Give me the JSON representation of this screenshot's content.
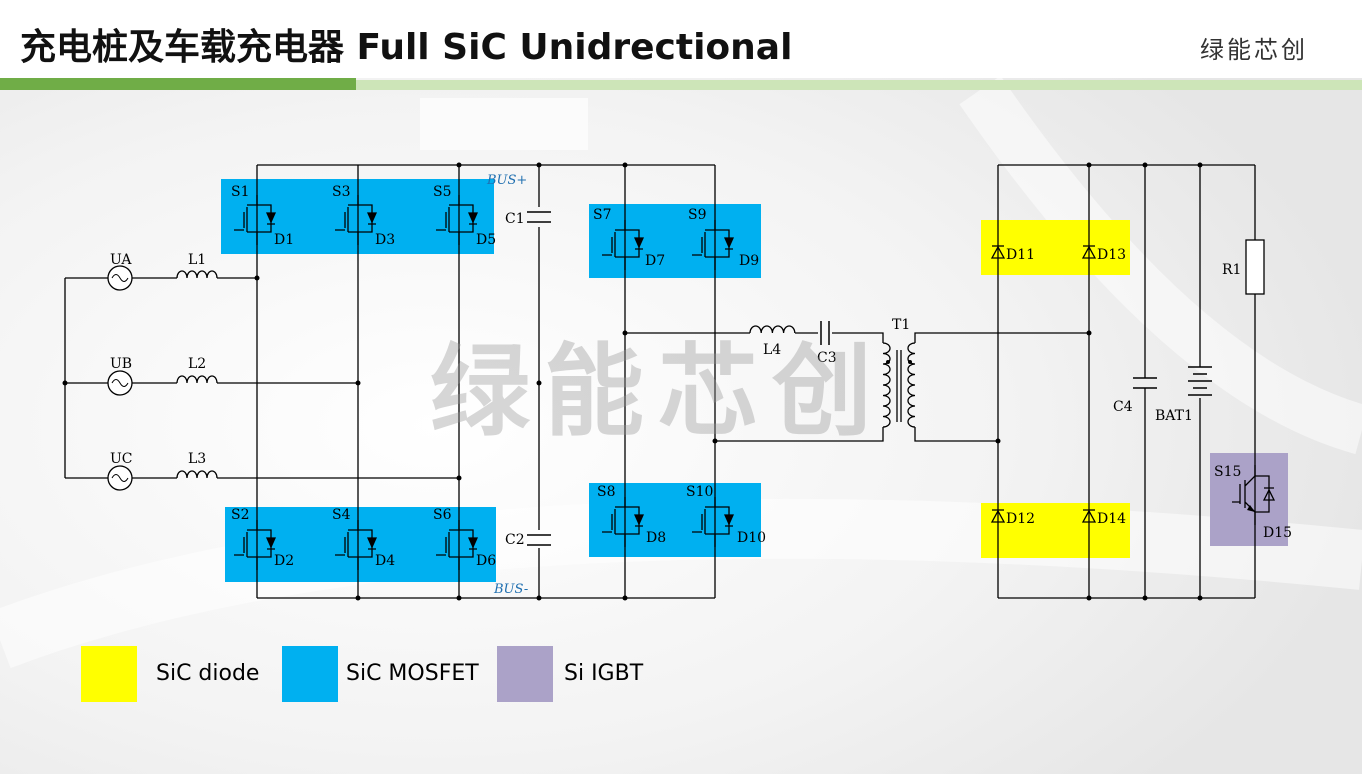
{
  "header": {
    "title": "充电桩及车载充电器 Full SiC Unidrectional",
    "brand": "绿能芯创"
  },
  "watermark": "绿能芯创",
  "colors": {
    "sic_mosfet": "#00b0f0",
    "sic_diode": "#ffff00",
    "si_igbt": "#aba2c8",
    "accent_green": "#70ad47",
    "accent_green_light": "#cde5b8"
  },
  "diagram": {
    "bus_plus": "BUS+",
    "bus_minus": "BUS-",
    "sources": [
      "UA",
      "UB",
      "UC"
    ],
    "input_inductors": [
      "L1",
      "L2",
      "L3"
    ],
    "pfc_switches": [
      {
        "s": "S1",
        "d": "D1"
      },
      {
        "s": "S3",
        "d": "D3"
      },
      {
        "s": "S5",
        "d": "D5"
      },
      {
        "s": "S2",
        "d": "D2"
      },
      {
        "s": "S4",
        "d": "D4"
      },
      {
        "s": "S6",
        "d": "D6"
      }
    ],
    "bus_caps": [
      "C1",
      "C2"
    ],
    "llc_switches": [
      {
        "s": "S7",
        "d": "D7"
      },
      {
        "s": "S9",
        "d": "D9"
      },
      {
        "s": "S8",
        "d": "D8"
      },
      {
        "s": "S10",
        "d": "D10"
      }
    ],
    "resonant_inductor": "L4",
    "resonant_cap": "C3",
    "transformer": "T1",
    "rectifier_diodes": [
      "D11",
      "D13",
      "D12",
      "D14"
    ],
    "output_cap": "C4",
    "battery": "BAT1",
    "resistor": "R1",
    "igbt": {
      "s": "S15",
      "d": "D15"
    }
  },
  "legend": [
    {
      "label": "SiC diode",
      "color": "#ffff00"
    },
    {
      "label": "SiC MOSFET",
      "color": "#00b0f0"
    },
    {
      "label": "Si IGBT",
      "color": "#aba2c8"
    }
  ]
}
